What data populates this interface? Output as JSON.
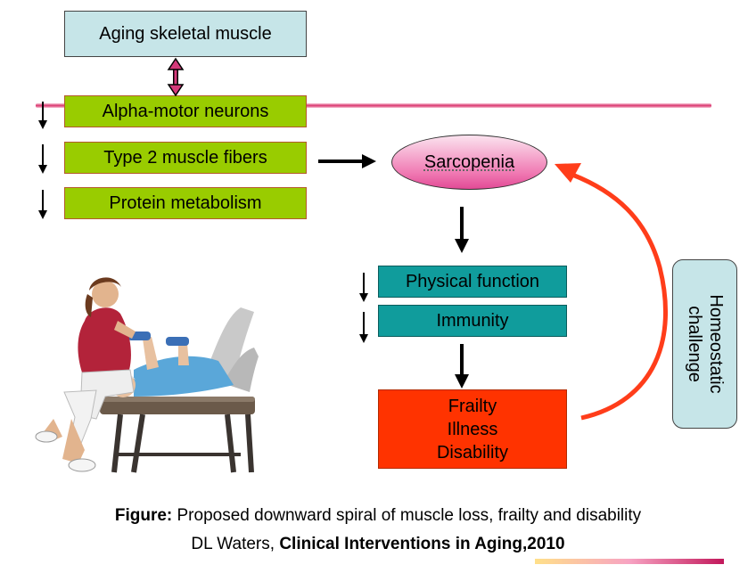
{
  "boxes": {
    "aging_skeletal_muscle": "Aging skeletal muscle",
    "alpha_motor_neurons": "Alpha-motor neurons",
    "type2_fibers": "Type 2 muscle fibers",
    "protein_metabolism": "Protein metabolism",
    "sarcopenia": "Sarcopenia",
    "physical_function": "Physical function",
    "immunity": "Immunity",
    "outcomes": [
      "Frailty",
      "Illness",
      "Disability"
    ],
    "homeostatic": [
      "Homeostatic",
      "challenge"
    ]
  },
  "caption": {
    "line1_bold": "Figure:",
    "line1_rest": " Proposed downward spiral of muscle loss, frailty and disability",
    "line2_author": "DL Waters, ",
    "line2_source": "Clinical Interventions in Aging,2010"
  },
  "colors": {
    "light_blue": "#c6e5e8",
    "green": "#99cc00",
    "teal": "#109c9c",
    "red": "#ff3300",
    "pink": "#f07ab3",
    "arrow_orange": "#ff3d1a"
  }
}
